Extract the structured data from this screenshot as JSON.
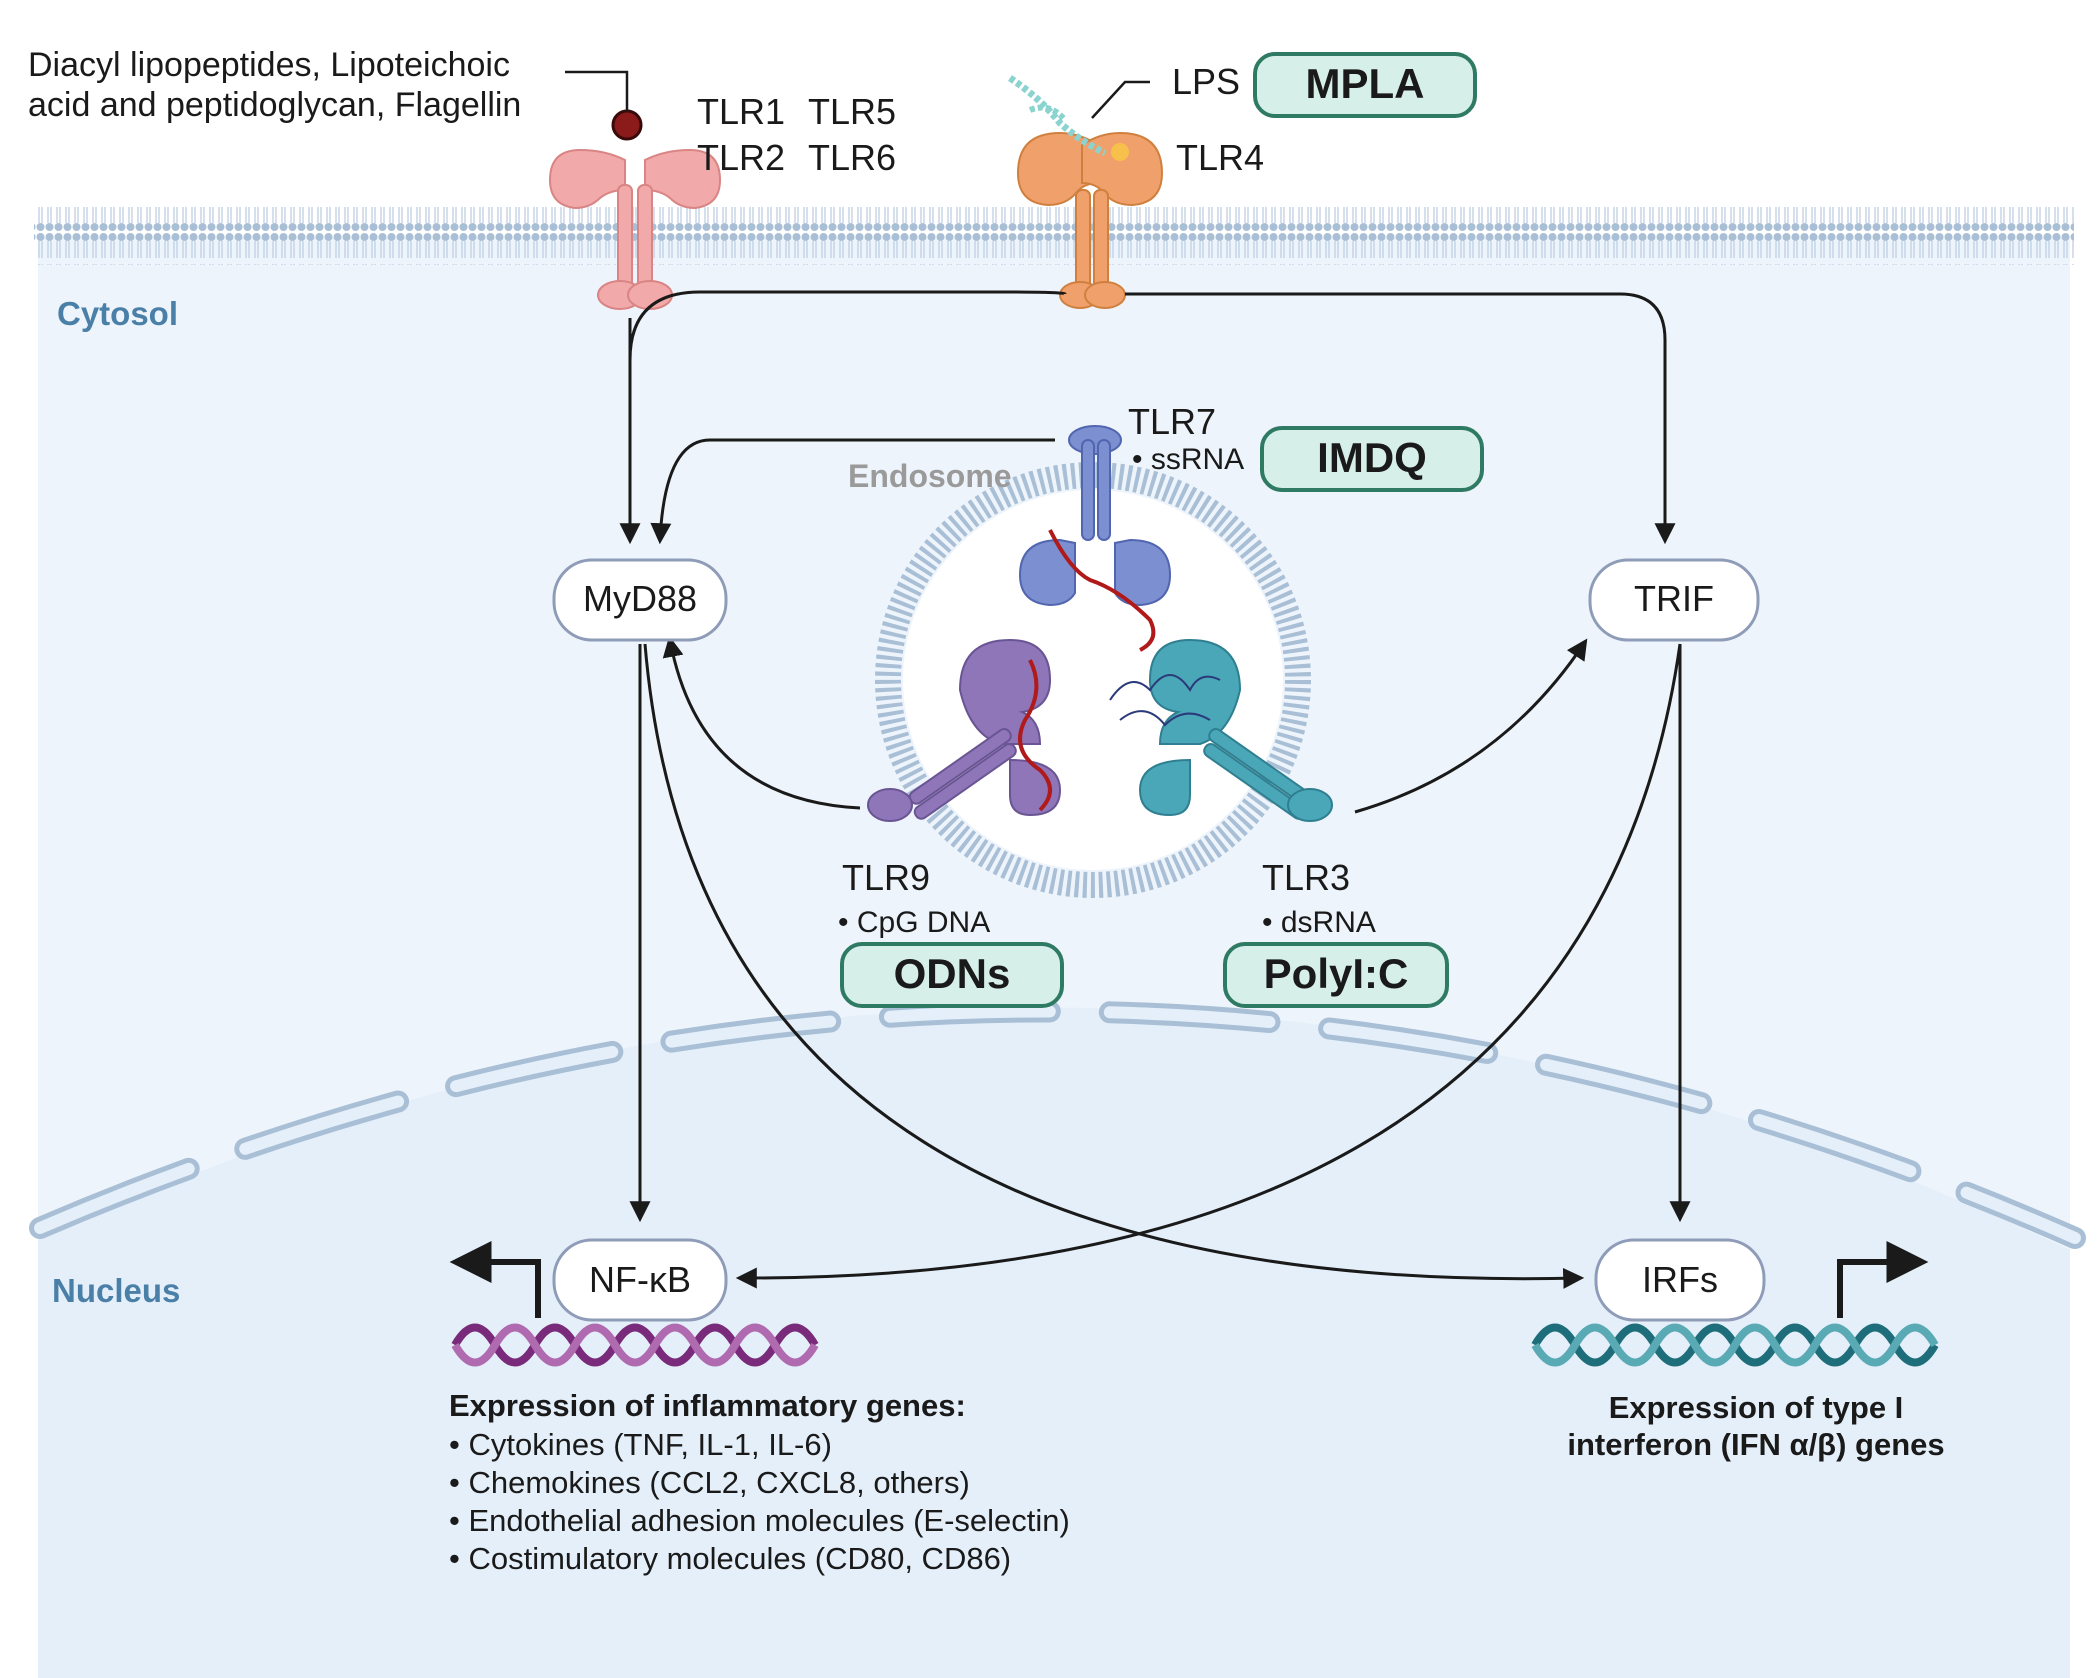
{
  "regions": {
    "cytosol": "Cytosol",
    "endosome": "Endosome",
    "nucleus": "Nucleus"
  },
  "ligands": {
    "bacterial_line1": "Diacyl lipopeptides, Lipoteichoic",
    "bacterial_line2": "acid and peptidoglycan, Flagellin",
    "lps": "LPS"
  },
  "receptors": {
    "tlr1": "TLR1",
    "tlr5": "TLR5",
    "tlr2": "TLR2",
    "tlr6": "TLR6",
    "tlr4": "TLR4",
    "tlr7": "TLR7",
    "tlr7_ligand": "• ssRNA",
    "tlr9": "TLR9",
    "tlr9_ligand": "• CpG DNA",
    "tlr3": "TLR3",
    "tlr3_ligand": "• dsRNA"
  },
  "agonists": {
    "mpla": "MPLA",
    "imdq": "IMDQ",
    "odns": "ODNs",
    "polyic": "PolyI:C"
  },
  "adaptors": {
    "myd88": "MyD88",
    "trif": "TRIF",
    "nfkb": "NF-κB",
    "irfs": "IRFs"
  },
  "outputs": {
    "inflammatory_title": "Expression of inflammatory genes:",
    "inflammatory_items": [
      "• Cytokines (TNF, IL-1, IL-6)",
      "• Chemokines (CCL2, CXCL8, others)",
      "• Endothelial adhesion molecules (E-selectin)",
      "• Costimulatory molecules (CD80, CD86)"
    ],
    "interferon_line1": "Expression of type I",
    "interferon_line2": "interferon (IFN α/β) genes"
  },
  "colors": {
    "cytosol_fill": "#eef4fb",
    "nucleus_fill": "#e4eff9",
    "region_label": "#4a7fa8",
    "agonist_fill": "#d6efe8",
    "agonist_stroke": "#2f7a63",
    "tlr_surface": "#f2a9a9",
    "tlr4": "#f0a06a",
    "tlr7": "#7b8fd1",
    "tlr9": "#8e76b8",
    "tlr3": "#4aa7b8",
    "dna_nfkb": "#7a2a7a",
    "dna_irf": "#1d6e7a"
  }
}
